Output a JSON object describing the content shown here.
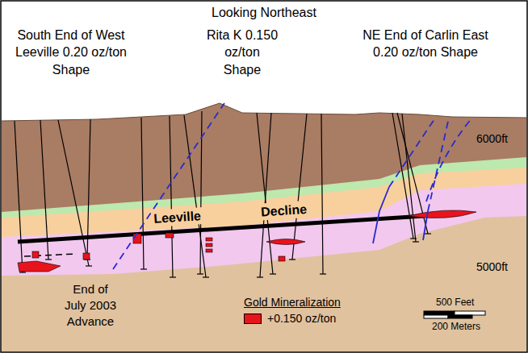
{
  "diagram": {
    "title": "Looking Northeast",
    "labels": [
      "South End of West Leeville 0.20 oz/ton Shape",
      "Rita K 0.150 oz/ton Shape",
      "NE End of Carlin East 0.20 oz/ton Shape",
      "6000ft",
      "5000ft",
      "Leeville Decline",
      "End of July 2003 Advance",
      "Gold Mineralization",
      "500 Feet",
      "200 Meters"
    ],
    "legend": [
      {
        "text": "+0.150 oz/ton",
        "color": "#e8141c"
      }
    ]
  }
}
